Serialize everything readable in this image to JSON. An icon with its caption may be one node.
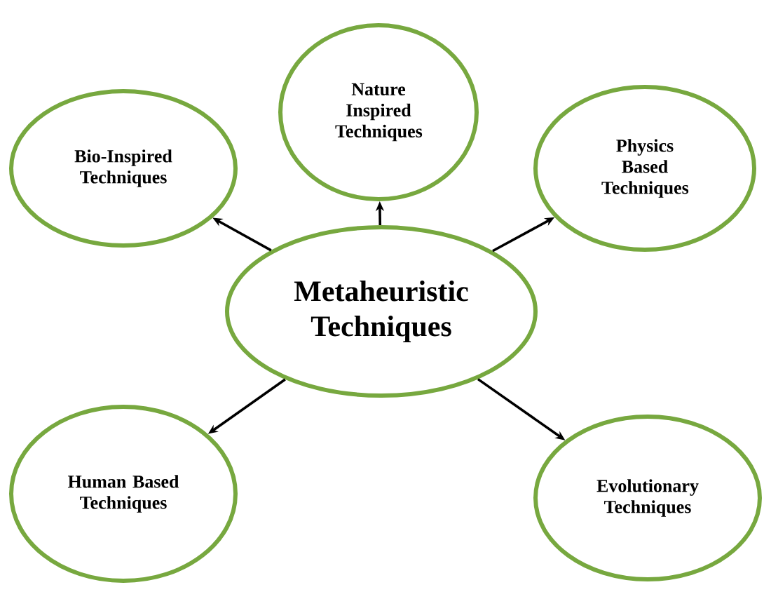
{
  "diagram": {
    "nodes": [
      {
        "text": [
          "Nature Inspired Techniques"
        ]
      },
      {
        "text": [
          "Bio-Inspired Techniques"
        ]
      },
      {
        "text": [
          "Physics Based Techniques"
        ]
      },
      {
        "text": [
          "Metaheuristic Techniques"
        ]
      },
      {
        "text": [
          "Human Based Techniques"
        ]
      },
      {
        "text": [
          "Evolutionary Techniques"
        ]
      }
    ],
    "edges": [
      {
        "from": 3,
        "to": 0,
        "arrow": "to"
      },
      {
        "from": 3,
        "to": 1,
        "arrow": "to"
      },
      {
        "from": 3,
        "to": 2,
        "arrow": "to"
      },
      {
        "from": 3,
        "to": 4,
        "arrow": "to"
      },
      {
        "from": 3,
        "to": 5,
        "arrow": "to"
      }
    ]
  }
}
